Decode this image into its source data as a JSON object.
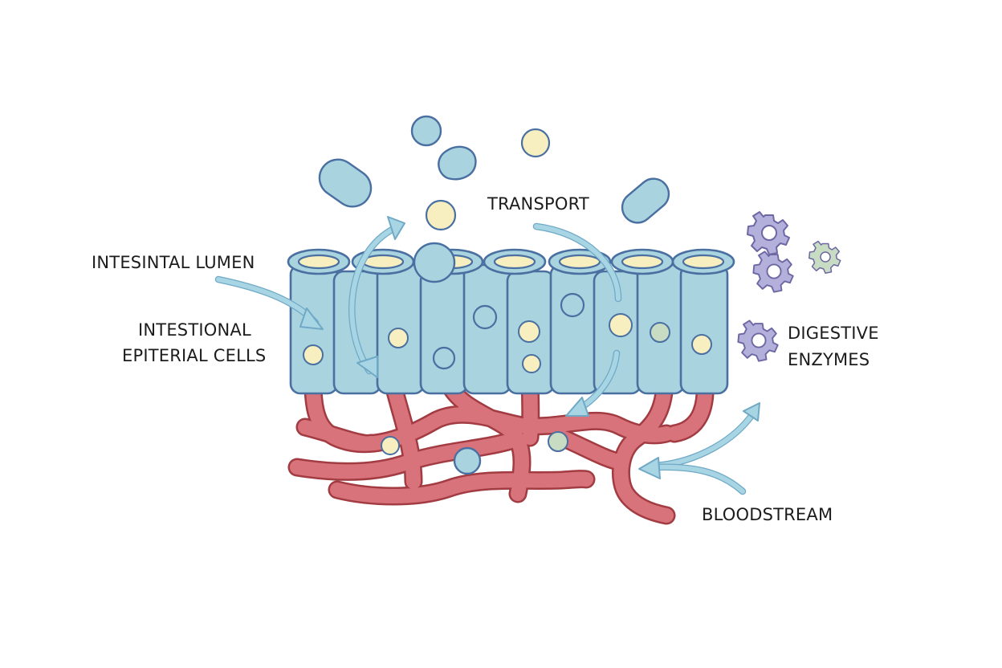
{
  "labels": {
    "lumen": "INTESINTAL LUMEN",
    "epithelial_line1": "INTESTIONAL",
    "epithelial_line2": "EPITERIAL CELLS",
    "transport": "TRANSPORT",
    "enzymes_line1": "DIGESTIVE",
    "enzymes_line2": "ENZYMES",
    "bloodstream": "BLOODSTREAM"
  },
  "colors": {
    "cell_fill": "#a9d3de",
    "cell_outline": "#4a6fa1",
    "nutrient_yellow": "#f7efc0",
    "vessel_red": "#d9737b",
    "vessel_outline": "#a23c42",
    "arrow_blue": "#a8d5e4",
    "enzyme_purple": "#b4b0dc",
    "enzyme_green": "#c8dcc4"
  },
  "icons": {
    "enzyme": "gear-icon"
  }
}
